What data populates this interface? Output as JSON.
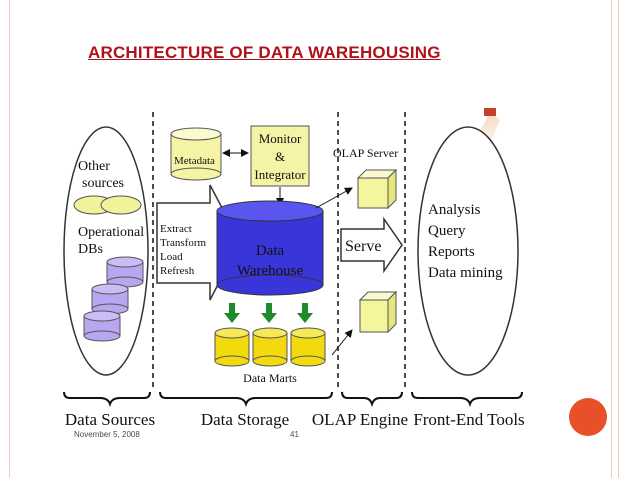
{
  "slide": {
    "title": "ARCHITECTURE OF DATA WAREHOUSING",
    "footer_date": "November 5, 2008",
    "footer_page": "41",
    "accent_color": "#b0121b",
    "dot_color": "#e8502a"
  },
  "diagram": {
    "sources": {
      "other": [
        "Other",
        "sources"
      ],
      "operational": [
        "Operational",
        "DBs"
      ]
    },
    "etl_steps": [
      "Extract",
      "Transform",
      "Load",
      "Refresh"
    ],
    "metadata": "Metadata",
    "monitor": [
      "Monitor",
      "&",
      "Integrator"
    ],
    "warehouse": [
      "Data",
      "Warehouse"
    ],
    "data_marts": "Data Marts",
    "olap_server": "OLAP Server",
    "serve": "Serve",
    "tools": [
      "Analysis",
      "Query",
      "Reports",
      "Data mining"
    ],
    "tiers": [
      "Data Sources",
      "Data Storage",
      "OLAP Engine",
      "Front-End Tools"
    ],
    "colors": {
      "ellipse_fill": "#f2f29a",
      "db_fill": "#b9a6f0",
      "warehouse_fill": "#3a35d8",
      "cube_fill": "#f5f59e",
      "mart_fill": "#f2da0f",
      "metadata_fill": "#f5f3a6",
      "monitor_fill": "#f5f3a6",
      "arrow_green": "#1f8a2b"
    }
  }
}
